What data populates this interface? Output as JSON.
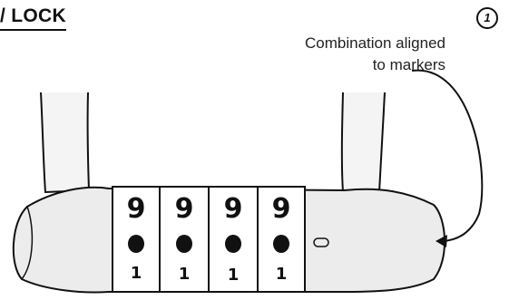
{
  "header": {
    "title": "/ LOCK",
    "step_number": "1"
  },
  "annotation": {
    "line1": "Combination aligned",
    "line2": "to markers"
  },
  "lock": {
    "dials": [
      {
        "top_glyph": "9",
        "bottom_number": "1"
      },
      {
        "top_glyph": "9",
        "bottom_number": "1"
      },
      {
        "top_glyph": "9",
        "bottom_number": "1"
      },
      {
        "top_glyph": "9",
        "bottom_number": "1"
      }
    ]
  },
  "colors": {
    "line": "#111111",
    "body_fill": "#ececec",
    "dial_fill": "#ffffff"
  },
  "icons": [
    "step-number-badge-icon",
    "curved-arrow-icon",
    "marker-slot-icon"
  ]
}
